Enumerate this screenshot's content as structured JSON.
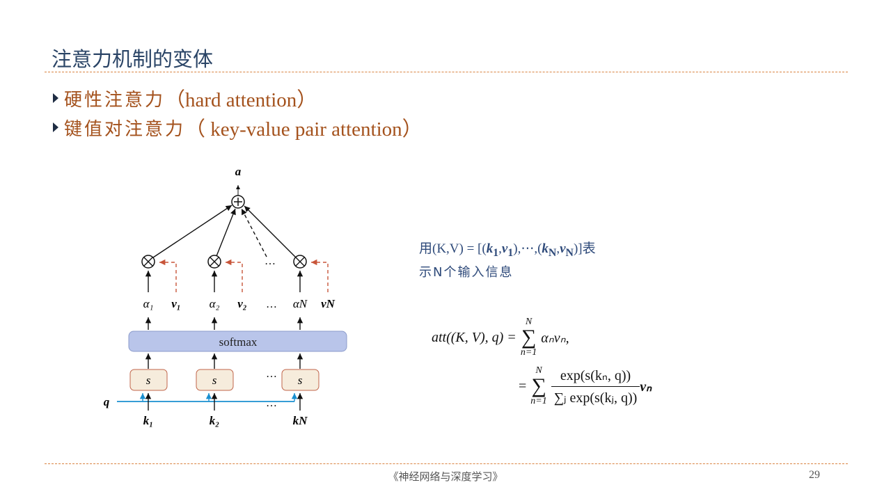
{
  "slide": {
    "title": "注意力机制的变体",
    "bullets": [
      {
        "zh": "硬性注意力",
        "en": "（hard attention）"
      },
      {
        "zh": "键值对注意力",
        "en": "（ key-value pair attention）"
      }
    ],
    "description": {
      "line1_prefix": "用(K,V) = [(",
      "k1": "k",
      "k1_sub": "1",
      "sep1": ",",
      "v1": "v",
      "v1_sub": "1",
      "mid": "),⋯,(",
      "kN": "k",
      "kN_sub": "N",
      "sep2": ",",
      "vN": "v",
      "vN_sub": "N",
      "line1_suffix": ")]表",
      "line2": "示N个输入信息"
    },
    "formula": {
      "lhs": "att((K, V), q) =",
      "sum_top": "N",
      "sum_bottom": "n=1",
      "term1": "αₙvₙ,",
      "eq2": "=",
      "numerator": "exp(s(kₙ, q))",
      "denominator": "∑ⱼ exp(s(kⱼ, q))",
      "term2": "vₙ"
    },
    "diagram": {
      "output": "a",
      "softmax": "softmax",
      "score": "s",
      "query": "q",
      "ellipsis": "…",
      "alphas": [
        "α₁",
        "α₂",
        "αN"
      ],
      "values": [
        "v₁",
        "v₂",
        "vN"
      ],
      "keys": [
        "k₁",
        "k₂",
        "kN"
      ]
    },
    "footer": "《神经网络与深度学习》",
    "page_number": "29"
  },
  "colors": {
    "title": "#2a4466",
    "bullet": "#a4521d",
    "rule": "#d9823f",
    "softmax_fill": "#b9c5ea",
    "score_fill": "#f6ecdc",
    "value_arrow": "#c8553a",
    "query_line": "#1a8fd0"
  }
}
